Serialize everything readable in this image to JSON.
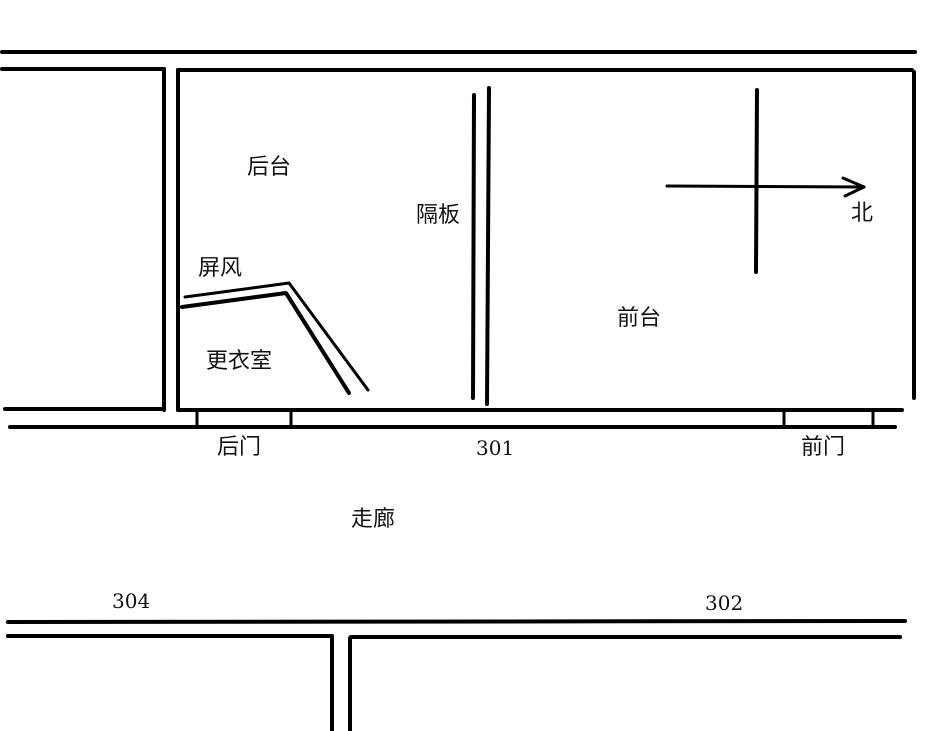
{
  "labels": {
    "backstage": "后台",
    "partition": "隔板",
    "north": "北",
    "screen": "屏风",
    "front_stage": "前台",
    "dressing_room": "更衣室",
    "back_door": "后门",
    "room_301": "301",
    "front_door": "前门",
    "corridor": "走廊",
    "room_304": "304",
    "room_302": "302"
  },
  "colors": {
    "line": "#000000",
    "text": "#111111",
    "background": "#ffffff"
  }
}
